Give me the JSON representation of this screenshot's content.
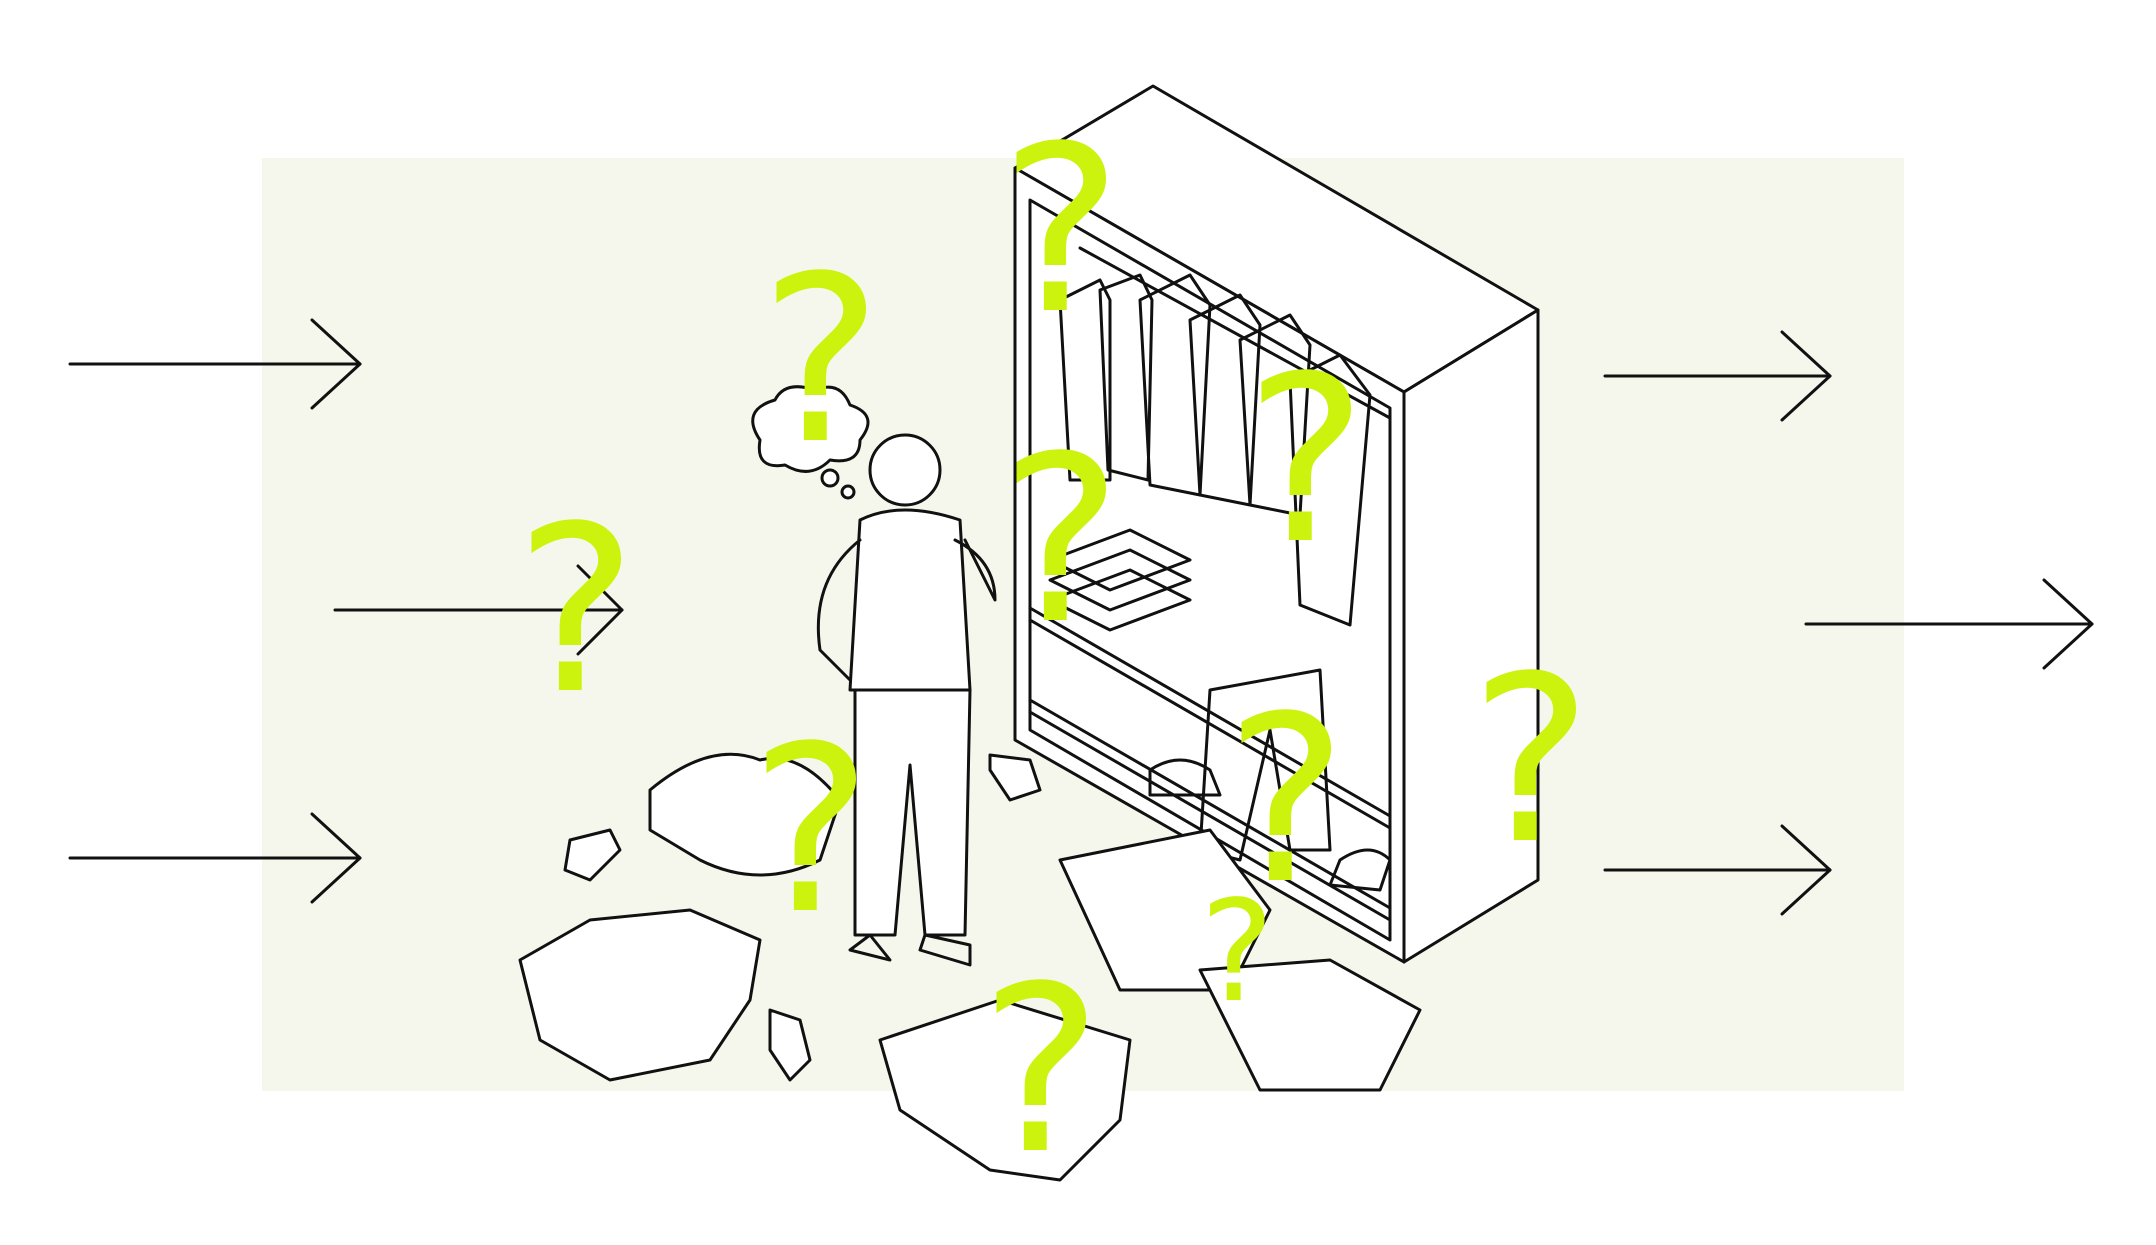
{
  "scene": "illustration",
  "colors": {
    "page_background": "#ffffff",
    "panel_background": "#f6f7ec",
    "line_art": "#111111",
    "accent": "#ccf30e"
  },
  "icons": {
    "arrow": "arrow-right-icon",
    "thought": "thought-bubble-icon",
    "mark": "question-mark-icon"
  },
  "question_marks": [
    {
      "glyph": "?"
    },
    {
      "glyph": "?"
    },
    {
      "glyph": "?"
    },
    {
      "glyph": "?"
    },
    {
      "glyph": "?"
    },
    {
      "glyph": "?"
    },
    {
      "glyph": "?"
    },
    {
      "glyph": "?"
    },
    {
      "glyph": "?"
    },
    {
      "glyph": "?"
    }
  ],
  "arrows_left_count": 3,
  "arrows_right_count": 3
}
